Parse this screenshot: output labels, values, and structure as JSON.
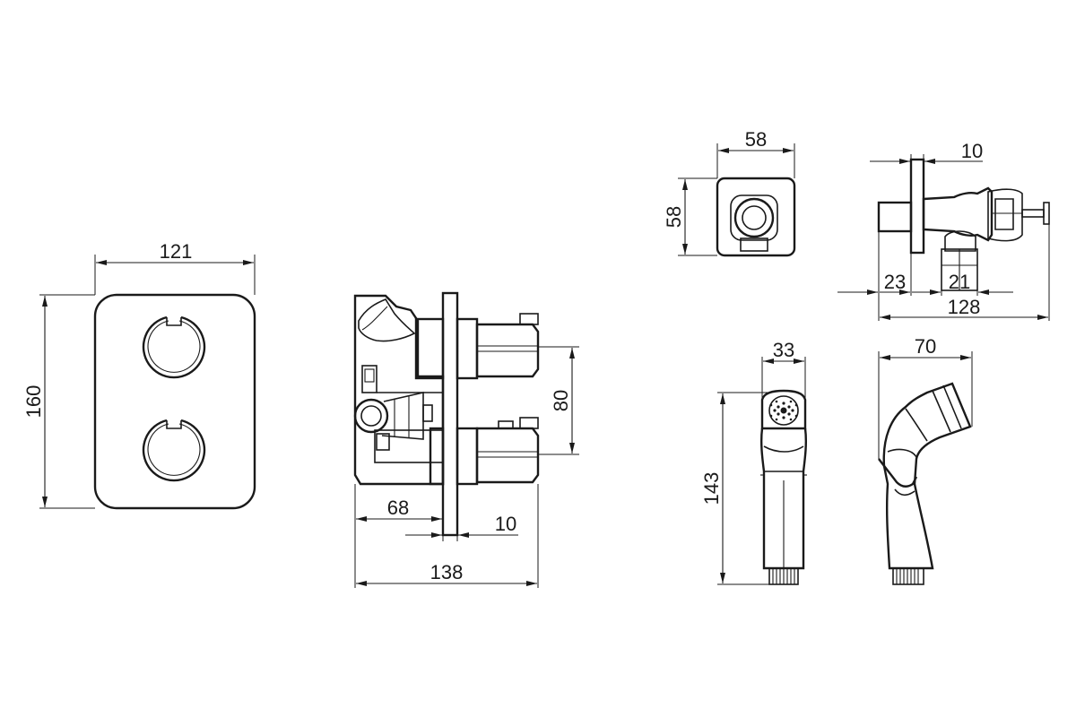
{
  "dimensions": {
    "front_width": "121",
    "front_height": "160",
    "side_depth": "68",
    "side_plate": "10",
    "side_total": "138",
    "side_spacing": "80",
    "outlet_width": "58",
    "outlet_height": "58",
    "holder_plate": "10",
    "holder_left": "23",
    "holder_mid": "21",
    "holder_total": "128",
    "spray_width": "33",
    "spray_height": "143",
    "spray_side_width": "70"
  },
  "colors": {
    "line": "#1a1a1a",
    "background": "#ffffff"
  }
}
